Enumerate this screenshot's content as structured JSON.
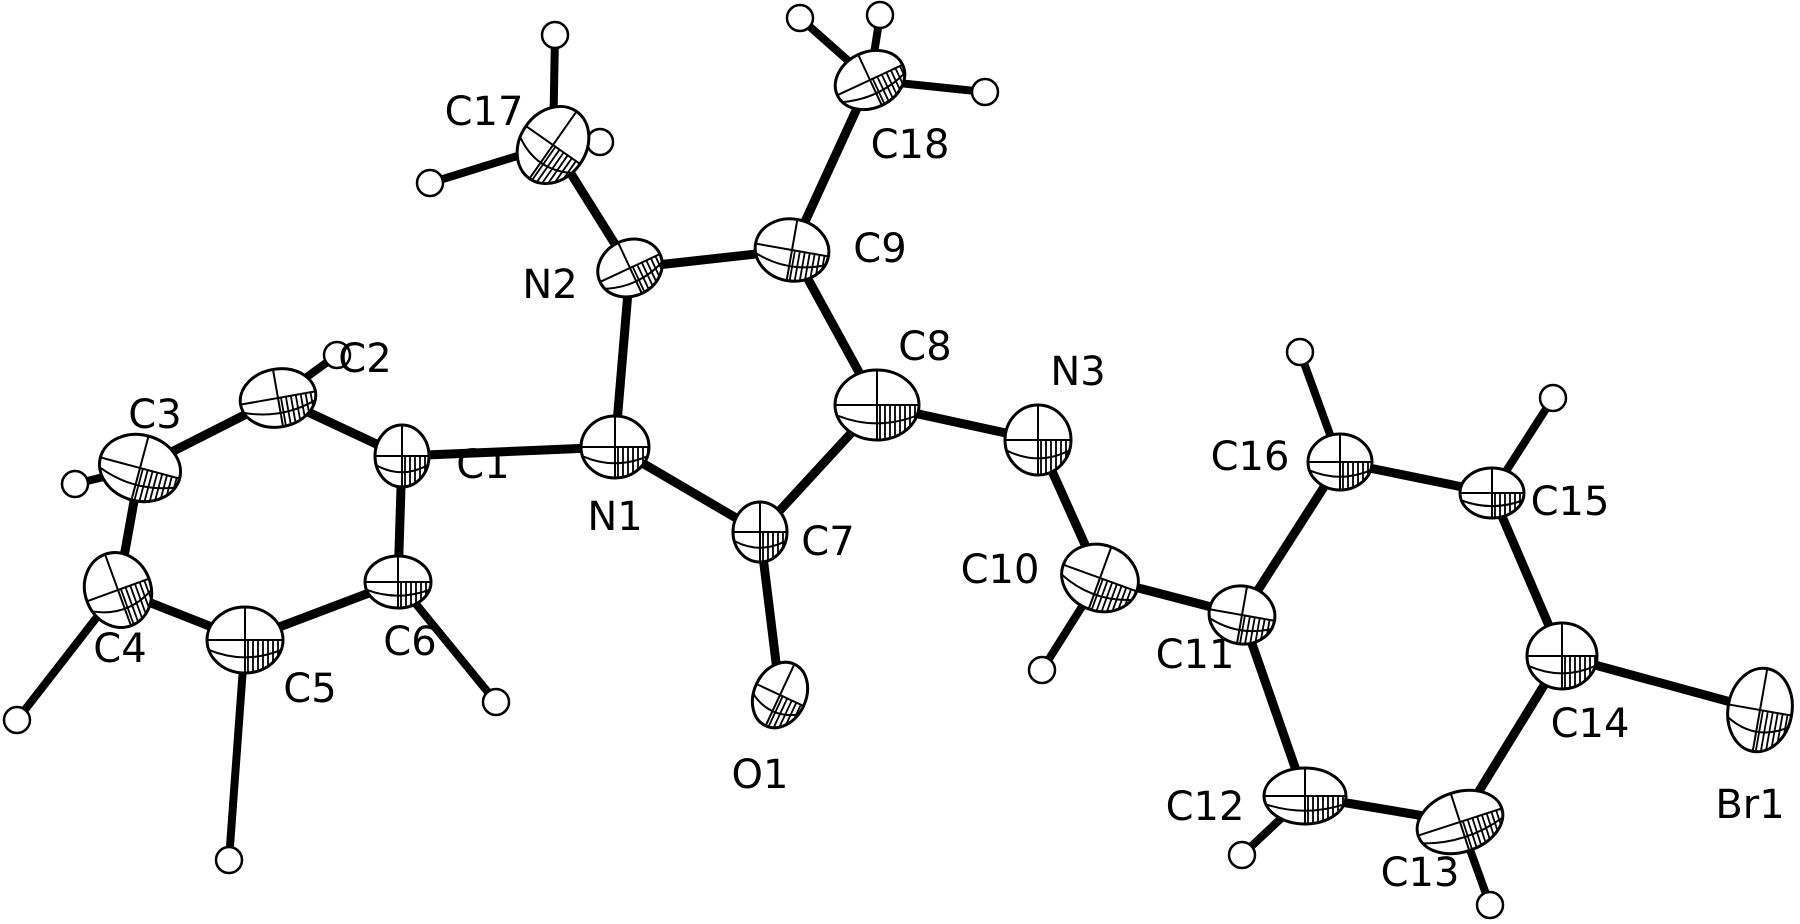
{
  "atoms": [
    {
      "id": "C1",
      "label": "C1"
    },
    {
      "id": "C2",
      "label": "C2"
    },
    {
      "id": "C3",
      "label": "C3"
    },
    {
      "id": "C4",
      "label": "C4"
    },
    {
      "id": "C5",
      "label": "C5"
    },
    {
      "id": "C6",
      "label": "C6"
    },
    {
      "id": "N1",
      "label": "N1"
    },
    {
      "id": "N2",
      "label": "N2"
    },
    {
      "id": "C7",
      "label": "C7"
    },
    {
      "id": "C8",
      "label": "C8"
    },
    {
      "id": "C9",
      "label": "C9"
    },
    {
      "id": "C17",
      "label": "C17"
    },
    {
      "id": "C18",
      "label": "C18"
    },
    {
      "id": "O1",
      "label": "O1"
    },
    {
      "id": "N3",
      "label": "N3"
    },
    {
      "id": "C10",
      "label": "C10"
    },
    {
      "id": "C11",
      "label": "C11"
    },
    {
      "id": "C12",
      "label": "C12"
    },
    {
      "id": "C13",
      "label": "C13"
    },
    {
      "id": "C14",
      "label": "C14"
    },
    {
      "id": "C15",
      "label": "C15"
    },
    {
      "id": "C16",
      "label": "C16"
    },
    {
      "id": "Br1",
      "label": "Br1"
    }
  ],
  "bonds": [
    [
      "C1",
      "C2"
    ],
    [
      "C2",
      "C3"
    ],
    [
      "C3",
      "C4"
    ],
    [
      "C4",
      "C5"
    ],
    [
      "C5",
      "C6"
    ],
    [
      "C6",
      "C1"
    ],
    [
      "C1",
      "N1"
    ],
    [
      "N1",
      "N2"
    ],
    [
      "N1",
      "C7"
    ],
    [
      "N2",
      "C9"
    ],
    [
      "C9",
      "C8"
    ],
    [
      "C8",
      "C7"
    ],
    [
      "N2",
      "C17"
    ],
    [
      "C9",
      "C18"
    ],
    [
      "C7",
      "O1"
    ],
    [
      "C8",
      "N3"
    ],
    [
      "N3",
      "C10"
    ],
    [
      "C10",
      "C11"
    ],
    [
      "C11",
      "C12"
    ],
    [
      "C12",
      "C13"
    ],
    [
      "C13",
      "C14"
    ],
    [
      "C14",
      "C15"
    ],
    [
      "C15",
      "C16"
    ],
    [
      "C16",
      "C11"
    ],
    [
      "C14",
      "Br1"
    ]
  ],
  "hydrogen_parents": [
    "C2",
    "C3",
    "C4",
    "C5",
    "C6",
    "C17",
    "C17",
    "C17",
    "C18",
    "C18",
    "C18",
    "C10",
    "C12",
    "C13",
    "C15",
    "C16"
  ]
}
